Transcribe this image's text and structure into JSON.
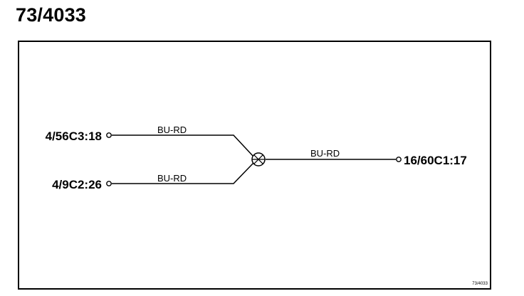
{
  "title": "73/4033",
  "connectors": {
    "left_top": "4/56C3:18",
    "left_bottom": "4/9C2:26",
    "right": "16/60C1:17"
  },
  "wires": {
    "upper": "BU-RD",
    "lower": "BU-RD",
    "output": "BU-RD"
  },
  "footer_ref": "73/4033"
}
